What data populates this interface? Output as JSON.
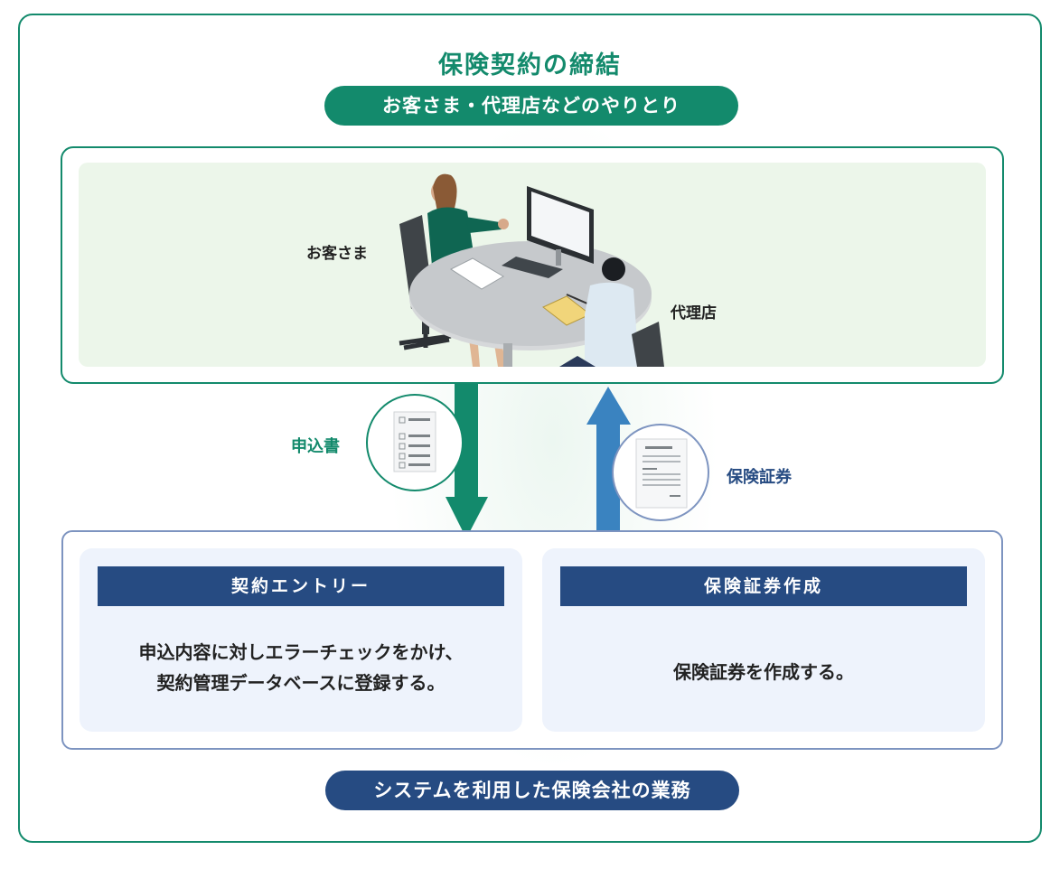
{
  "title": "保険契約の締結",
  "top_pill": "お客さま・代理店などのやりとり",
  "scene": {
    "customer_label": "お客さま",
    "agency_label": "代理店"
  },
  "flows": {
    "application": {
      "label": "申込書",
      "color": "#138a6c",
      "icon": "checklist-document-icon"
    },
    "policy": {
      "label": "保険証券",
      "color": "#264b82",
      "icon": "certificate-document-icon"
    }
  },
  "panels": {
    "entry": {
      "heading": "契約エントリー",
      "lines": [
        "申込内容に対しエラーチェックをかけ、",
        "契約管理データベースに登録する。"
      ]
    },
    "policy_creation": {
      "heading": "保険証券作成",
      "lines": [
        "保険証券を作成する。"
      ]
    }
  },
  "bottom_pill": "システムを利用した保険会社の業務",
  "colors": {
    "green": "#138a6c",
    "navy": "#264b82",
    "blue_arrow": "#3a83c0"
  }
}
